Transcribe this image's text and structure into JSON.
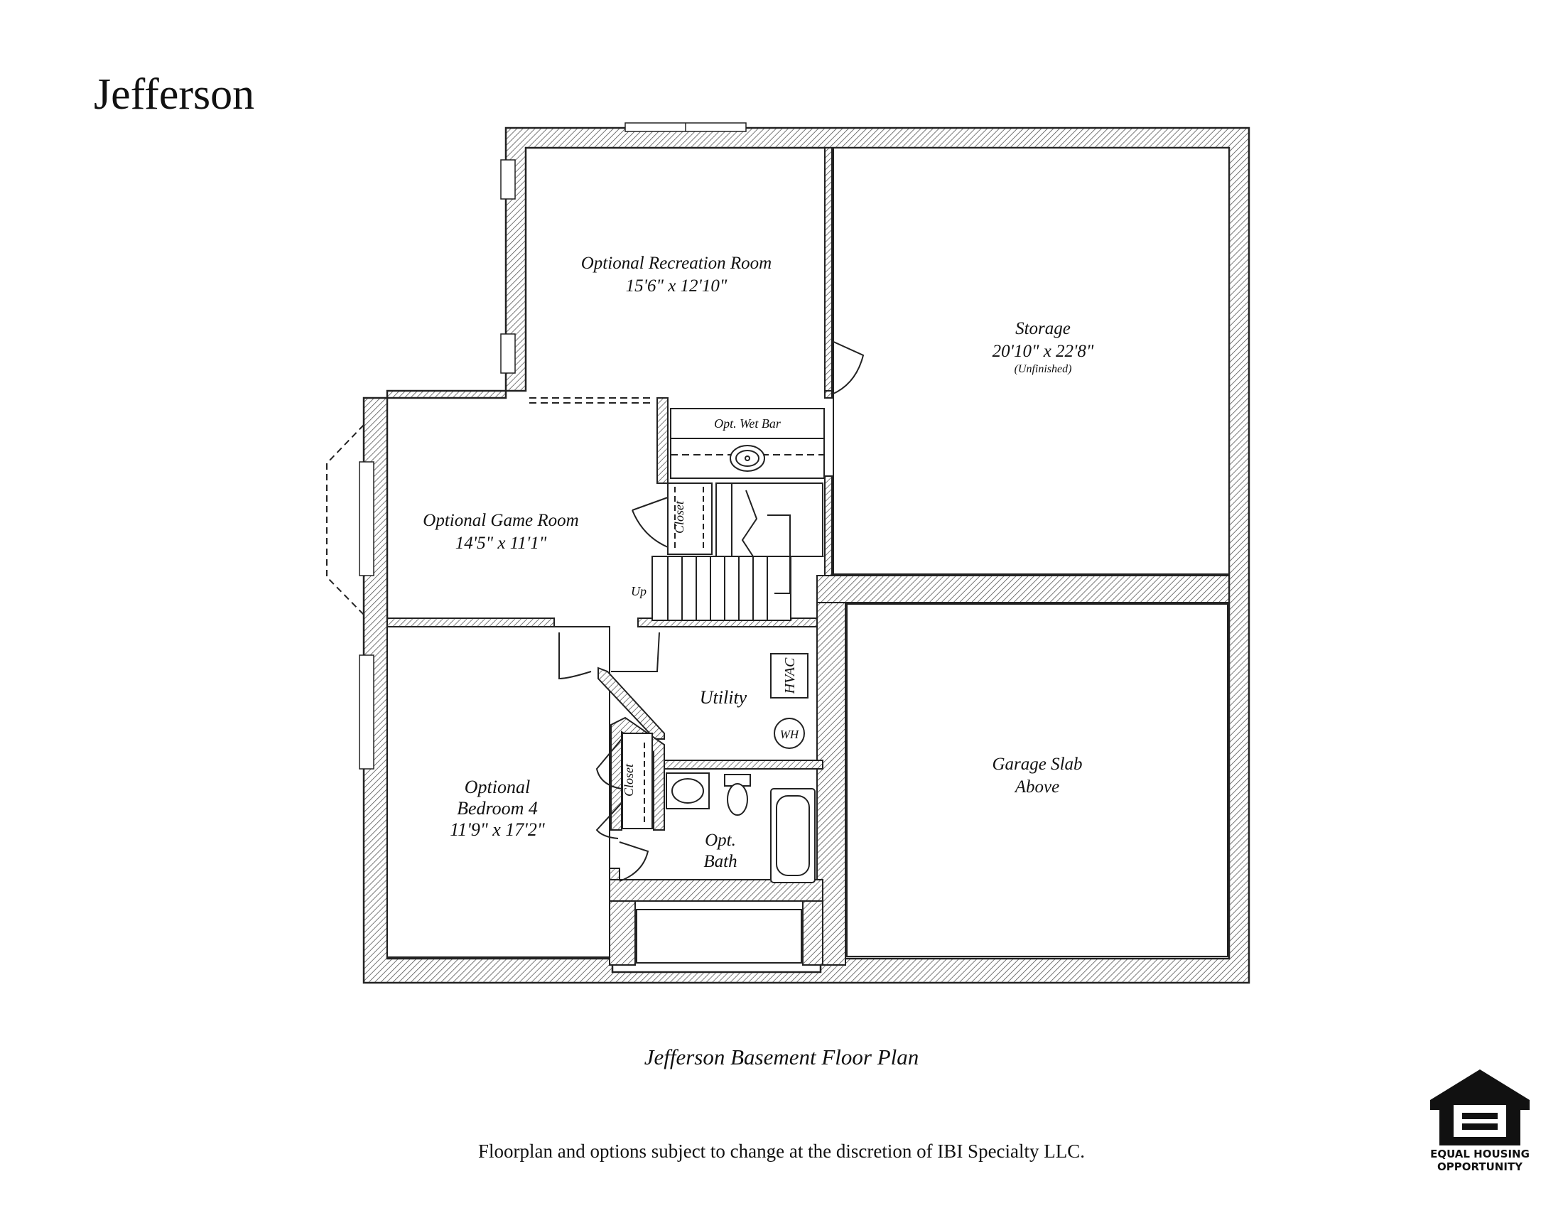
{
  "document": {
    "title": "Jefferson",
    "plan_title": "Jefferson Basement Floor Plan",
    "disclaimer": "Floorplan and options subject to change at the discretion of IBI Specialty LLC."
  },
  "rooms": {
    "recreation": {
      "name": "Optional Recreation Room",
      "size": "15'6\" x 12'10\""
    },
    "storage": {
      "name": "Storage",
      "size": "20'10\" x 22'8\"",
      "note": "(Unfinished)"
    },
    "wet_bar": {
      "name": "Opt. Wet Bar"
    },
    "game_room": {
      "name": "Optional Game Room",
      "size": "14'5\" x 11'1\""
    },
    "closet_upper": {
      "name": "Closet"
    },
    "stairs": {
      "label": "Up"
    },
    "utility": {
      "name": "Utility"
    },
    "hvac": {
      "label": "HVAC"
    },
    "water_heater": {
      "label": "WH"
    },
    "garage": {
      "line1": "Garage Slab",
      "line2": "Above"
    },
    "bedroom": {
      "line1": "Optional",
      "line2": "Bedroom 4",
      "size": "11'9\" x 17'2\""
    },
    "closet_lower": {
      "name": "Closet"
    },
    "bath": {
      "line1": "Opt.",
      "line2": "Bath"
    }
  },
  "logo": {
    "line1": "EQUAL HOUSING",
    "line2": "OPPORTUNITY"
  },
  "colors": {
    "ink": "#222222",
    "background": "#ffffff"
  },
  "icons": [
    "equal-housing-logo"
  ]
}
